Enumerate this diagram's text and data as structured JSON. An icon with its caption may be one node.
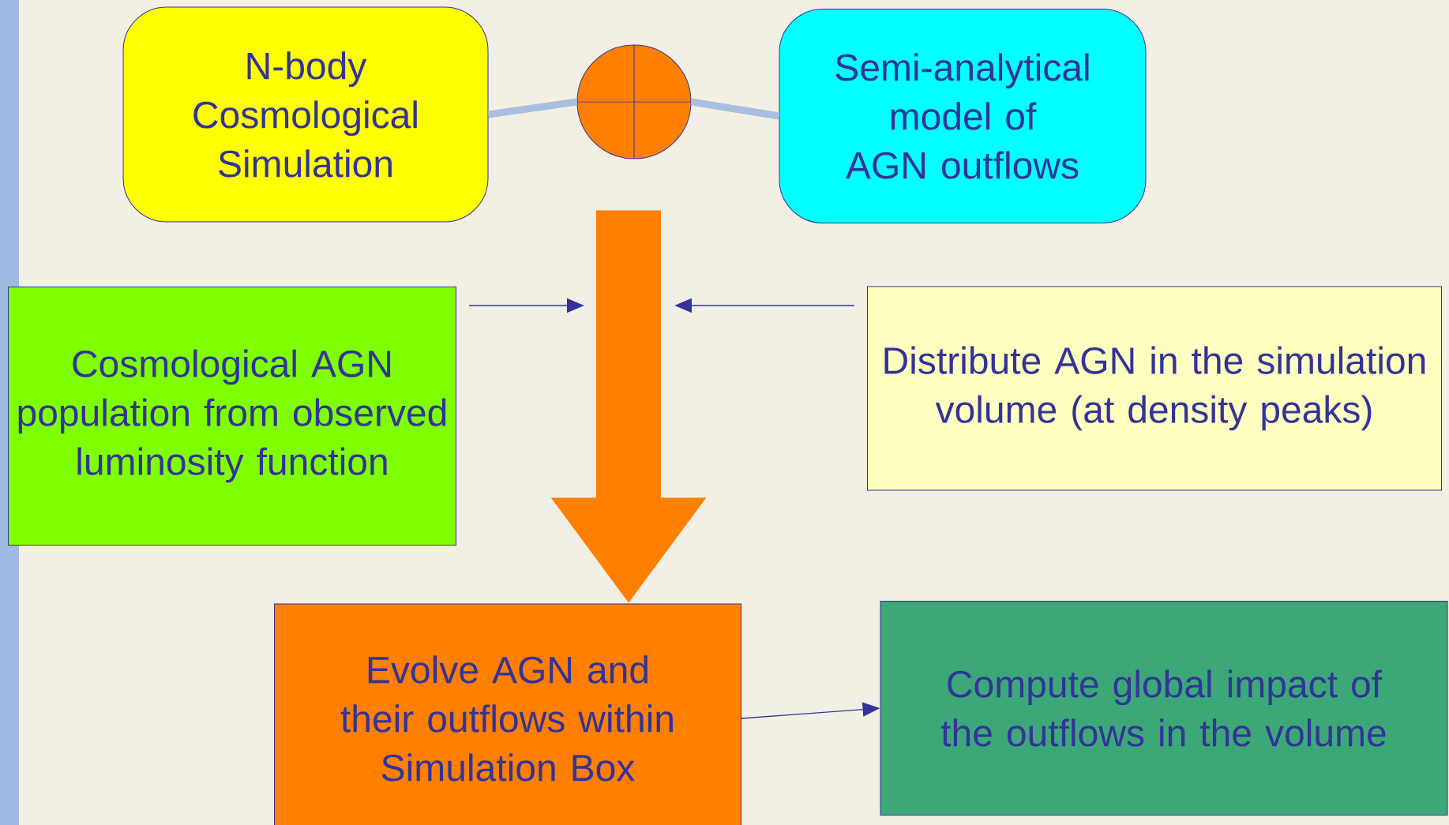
{
  "diagram": {
    "nodes": [
      {
        "text": [
          "N-body Cosmological Simulation"
        ]
      },
      {
        "text": [],
        "shape": "circle"
      },
      {
        "text": [
          "Semi-analytical model of AGN outflows"
        ]
      },
      {
        "text": [
          "Cosmological AGN population from observed luminosity function"
        ]
      },
      {
        "text": [
          "Distribute AGN in the simulation volume (at density peaks)"
        ]
      },
      {
        "text": [
          "Evolve AGN and their outflows within Simulation Box"
        ]
      },
      {
        "text": [
          "Compute global impact of the outflows in the volume"
        ]
      }
    ],
    "edges": [
      {
        "from": 0,
        "to": 1,
        "arrow": "none",
        "style": "thick",
        "color": "#a9bfe0"
      },
      {
        "from": 1,
        "to": 2,
        "arrow": "none",
        "style": "thick",
        "color": "#a9bfe0"
      },
      {
        "from": 1,
        "to": 5,
        "arrow": "to",
        "style": "thick",
        "color": "#ff7f00"
      },
      {
        "from": 3,
        "to": null,
        "arrow": "to"
      },
      {
        "from": 4,
        "to": null,
        "arrow": "to"
      },
      {
        "from": 5,
        "to": 6,
        "arrow": "to"
      }
    ]
  }
}
